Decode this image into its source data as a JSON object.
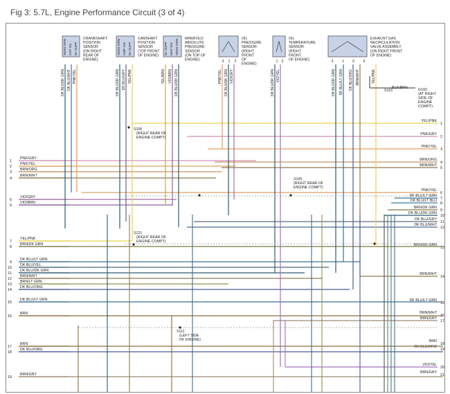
{
  "title": "Fig 3: 5.7L, Engine Performance Circuit (3 of 4)",
  "colors": {
    "frame": "#888888",
    "sensor_box": "#c8d2e6",
    "splice_dash": "#999999",
    "wire_default": "#666666"
  },
  "sensors": [
    {
      "id": "ckp",
      "name": [
        "CRANKSHAFT",
        "POSITION",
        "SENSOR",
        "(ON RIGHT",
        "REAR OF",
        "ENGINE)"
      ],
      "pins": [
        "SENS GRN",
        "CKP SG",
        "8V SUPP"
      ]
    },
    {
      "id": "cmp",
      "name": [
        "CAMSHAFT",
        "POSITION",
        "SENSOR",
        "(TOP FRONT",
        "OF ENGINE)"
      ],
      "pins": [
        "SENS GRN",
        "CMP SIG",
        "8V SUPP"
      ]
    },
    {
      "id": "map",
      "name": [
        "MANIFOLD",
        "ABSOLUTE",
        "PRESSURE",
        "SENSOR",
        "(ON TOP OF",
        "ENGINE)"
      ],
      "pins": [
        "5V SUPP",
        "MAP SIG",
        "SENS GRN"
      ]
    },
    {
      "id": "oil_press",
      "name": [
        "OIL",
        "PRESSURE",
        "SENSOR",
        "(RIGHT",
        "FRONT",
        "OF",
        "ENGINE)"
      ],
      "pins": [
        "3",
        "1",
        "2"
      ]
    },
    {
      "id": "oil_temp",
      "name": [
        "OIL",
        "TEMPERATURE",
        "SENSOR",
        "(RIGHT",
        "FRONT",
        "OF ENGINE)"
      ],
      "pins": [
        "1",
        "2"
      ]
    },
    {
      "id": "egr",
      "name": [
        "EXHAUST GAS",
        "RECIRCULATION",
        "VALVE ASSEMBLY",
        "(ON RIGHT FRONT",
        "OF ENGINE)"
      ],
      "pins": [
        "3",
        "1",
        "6",
        "5"
      ]
    }
  ],
  "vertical_wire_labels": [
    "DK BLU/DK GRN",
    "DK BLU/WHT",
    "PNK/YEL",
    "DK BLU/DK GRN",
    "DK BLU/GRY",
    "YEL/PNK",
    "YEL/BRN",
    "VIO/BRN",
    "DK BLU/DK GRN",
    "PNK/YEL",
    "DK BLU/DK GRN",
    "VIO/GRY",
    "DK BLU/DK GRN",
    "VIO/YEL",
    "DK BLU/DK GRN",
    "DK BLU/LT GRN",
    "DK BLU/ORG",
    "BRN/WHT",
    "YEL/PNK"
  ],
  "splices": [
    {
      "id": "S106",
      "label": "S106",
      "note": [
        "(RIGHT REAR OF",
        "ENGINE COMPT)"
      ]
    },
    {
      "id": "S105",
      "label": "S105",
      "note": [
        "(RIGHT REAR OF",
        "ENGINE COMPT)"
      ]
    },
    {
      "id": "S121",
      "label": "S121",
      "note": [
        "(RIGHT REAR OF",
        "ENGINE COMPT)"
      ]
    },
    {
      "id": "S111",
      "label": "S111",
      "note": [
        "(LEFT SIDE",
        "OF ENGINE)"
      ]
    },
    {
      "id": "S115",
      "label": "S115",
      "note": []
    }
  ],
  "ground": {
    "wire": "BLK/BRN",
    "label": "G102",
    "note": [
      "(AT RIGHT",
      "SIDE OF",
      "ENGINE",
      "COMPT)"
    ]
  },
  "left_wires": [
    {
      "num": "1",
      "label": "PNK/GRY",
      "color": "#d090b8"
    },
    {
      "num": "2",
      "label": "PNK/YEL",
      "color": "#e0a060"
    },
    {
      "num": "3",
      "label": "BRN/ORG",
      "color": "#c49060"
    },
    {
      "num": "4",
      "label": "BRN/WHT",
      "color": "#8a7a50"
    },
    {
      "num": "5",
      "label": "VIO/GRY",
      "color": "#a070a0"
    },
    {
      "num": "6",
      "label": "VIO/BRN",
      "color": "#8a60a0"
    },
    {
      "num": "7",
      "label": "YEL/PNK",
      "color": "#e8d050"
    },
    {
      "num": "8",
      "label": "BRN/DK GRN",
      "color": "#7a7a40"
    },
    {
      "num": "9",
      "label": "DK BLU/LT GRN",
      "color": "#3a6f90"
    },
    {
      "num": "10",
      "label": "DK BLU/YEL",
      "color": "#4a6a80"
    },
    {
      "num": "11",
      "label": "DK BLU/DK GRN",
      "color": "#2a5a70"
    },
    {
      "num": "12",
      "label": "BRN/WHT",
      "color": "#8a7a50"
    },
    {
      "num": "13",
      "label": "BRN/LT GRN",
      "color": "#909050"
    },
    {
      "num": "14",
      "label": "DK BLU/ORG",
      "color": "#4a5a90"
    },
    {
      "num": "15",
      "label": "DK BLU/LT GRN",
      "color": "#3a6f90"
    },
    {
      "num": "16",
      "label": "BRN",
      "color": "#8a6a40"
    },
    {
      "num": "17",
      "label": "BRN",
      "color": "#8a6a40"
    },
    {
      "num": "18",
      "label": "DK BLU/ORG",
      "color": "#4a5a90"
    },
    {
      "num": "19",
      "label": "BRN/GRY",
      "color": "#9a8a70"
    }
  ],
  "right_wires": [
    {
      "num": "1",
      "label": "YEL/PNK",
      "color": "#e8d050"
    },
    {
      "num": "2",
      "label": "PNK/GRY",
      "color": "#d090b8"
    },
    {
      "num": "3",
      "label": "PNK/YEL",
      "color": "#e0a060"
    },
    {
      "num": "4",
      "label": "BRN/ORG",
      "color": "#c49060"
    },
    {
      "num": "5",
      "label": "BRN/WHT",
      "color": "#8a7a50"
    },
    {
      "num": "6",
      "label": "PNK/YEL",
      "color": "#e0a060"
    },
    {
      "num": "7",
      "label": "DK BLU/LT GRN",
      "color": "#3a6f90"
    },
    {
      "num": "8",
      "label": "DK BLU/LT BLU",
      "color": "#3a7aa0"
    },
    {
      "num": "9",
      "label": "BRN/DK GRN",
      "color": "#7a7a40"
    },
    {
      "num": "10",
      "label": "DK BLU/DK GRN",
      "color": "#2a5a70"
    },
    {
      "num": "11",
      "label": "DK BLU/GRY",
      "color": "#5a6a80"
    },
    {
      "num": "12",
      "label": "DK BLU/WHT",
      "color": "#4a6a90"
    },
    {
      "num": "13",
      "label": "BRN/DK GRN",
      "color": "#7a7a40"
    },
    {
      "num": "14",
      "label": "BRN/WHT",
      "color": "#8a7a50"
    },
    {
      "num": "15",
      "label": "DK BLU/LT GRN",
      "color": "#3a6f90"
    },
    {
      "num": "16",
      "label": "BRN/WHT",
      "color": "#8a7a50"
    },
    {
      "num": "17",
      "label": "BRN/GRY",
      "color": "#9a8a70"
    },
    {
      "num": "18",
      "label": "BRN",
      "color": "#8a6a40"
    },
    {
      "num": "19",
      "label": "DK BLU/ORG",
      "color": "#4a5a90"
    },
    {
      "num": "20",
      "label": "VIO/YEL",
      "color": "#a070c0"
    },
    {
      "num": "21",
      "label": "BRN/GRY",
      "color": "#9a8a70"
    }
  ]
}
